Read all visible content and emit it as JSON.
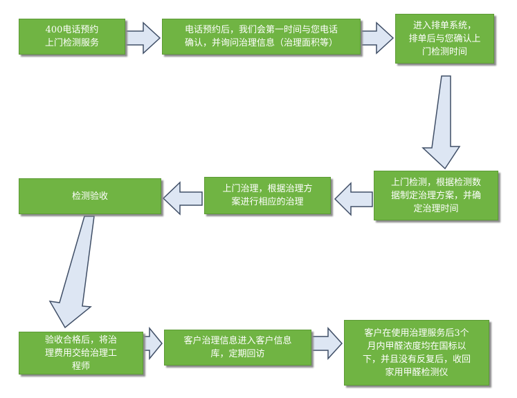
{
  "diagram": {
    "steps": [
      {
        "id": "s1",
        "text": "400电话预约\n上门检测服务"
      },
      {
        "id": "s2",
        "text": "电话预约后，我们会第一时间与您电话\n确认，并询问治理信息（治理面积等）"
      },
      {
        "id": "s3",
        "text": "进入排单系统，\n排单后与您确认上\n门检测时间"
      },
      {
        "id": "s4",
        "text": "上门检测，根据检测数\n据制定治理方案，并确\n定治理时间"
      },
      {
        "id": "s5",
        "text": "上门治理，根据治理方\n案进行相应的治理"
      },
      {
        "id": "s6",
        "text": "检测验收"
      },
      {
        "id": "s7",
        "text": "验收合格后，将治\n理费用交给治理工\n程师"
      },
      {
        "id": "s8",
        "text": "客户治理信息进入客户信息\n库，定期回访"
      },
      {
        "id": "s9",
        "text": "客户在使用治理服务后3个\n月内甲醛浓度均在国标以\n下，并且没有反复后，收回\n家用甲醛检测仪"
      }
    ],
    "colors": {
      "box_fill": "#70b443",
      "box_text": "#ffffff",
      "arrow_fill": "#dde6f3",
      "arrow_stroke": "#3f4e66"
    }
  }
}
